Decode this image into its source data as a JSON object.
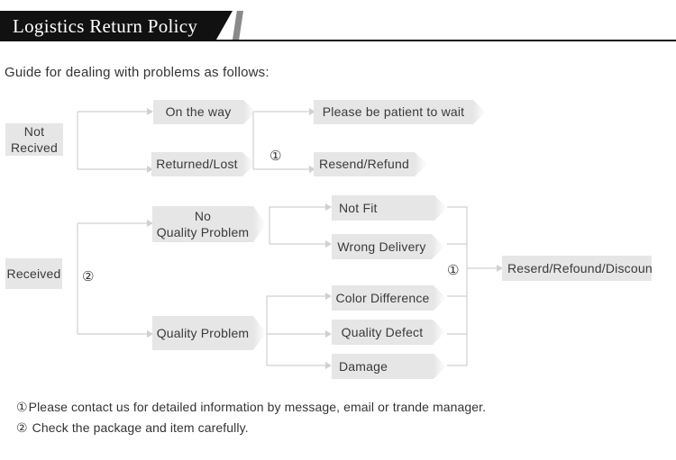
{
  "header": {
    "title": "Logistics Return Policy"
  },
  "intro": "Guide for dealing with problems as follows:",
  "diagram": {
    "not_received": {
      "line1": "Not",
      "line2": "Recived"
    },
    "on_the_way": "On the way",
    "returned_lost": "Returned/Lost",
    "please_wait": "Please be patient to wait",
    "resend_refund": "Resend/Refund",
    "received": "Received",
    "no_quality": {
      "line1": "No",
      "line2": "Quality Problem"
    },
    "quality_problem": "Quality Problem",
    "not_fit": "Not Fit",
    "wrong_delivery": "Wrong Delivery",
    "color_difference": "Color Difference",
    "quality_defect": "Quality Defect",
    "damage": "Damage",
    "final_action": "Reserd/Refound/Discoun",
    "marker_1": "①",
    "marker_2": "②"
  },
  "notes": [
    {
      "mark": "①",
      "text": "Please contact us for detailed information by message, email or trande manager."
    },
    {
      "mark": "②",
      "text": " Check the package and item carefully."
    }
  ],
  "colors": {
    "box_fill": "#e6e6e6",
    "connector": "#d0d0d0",
    "header_bg": "#111111"
  }
}
